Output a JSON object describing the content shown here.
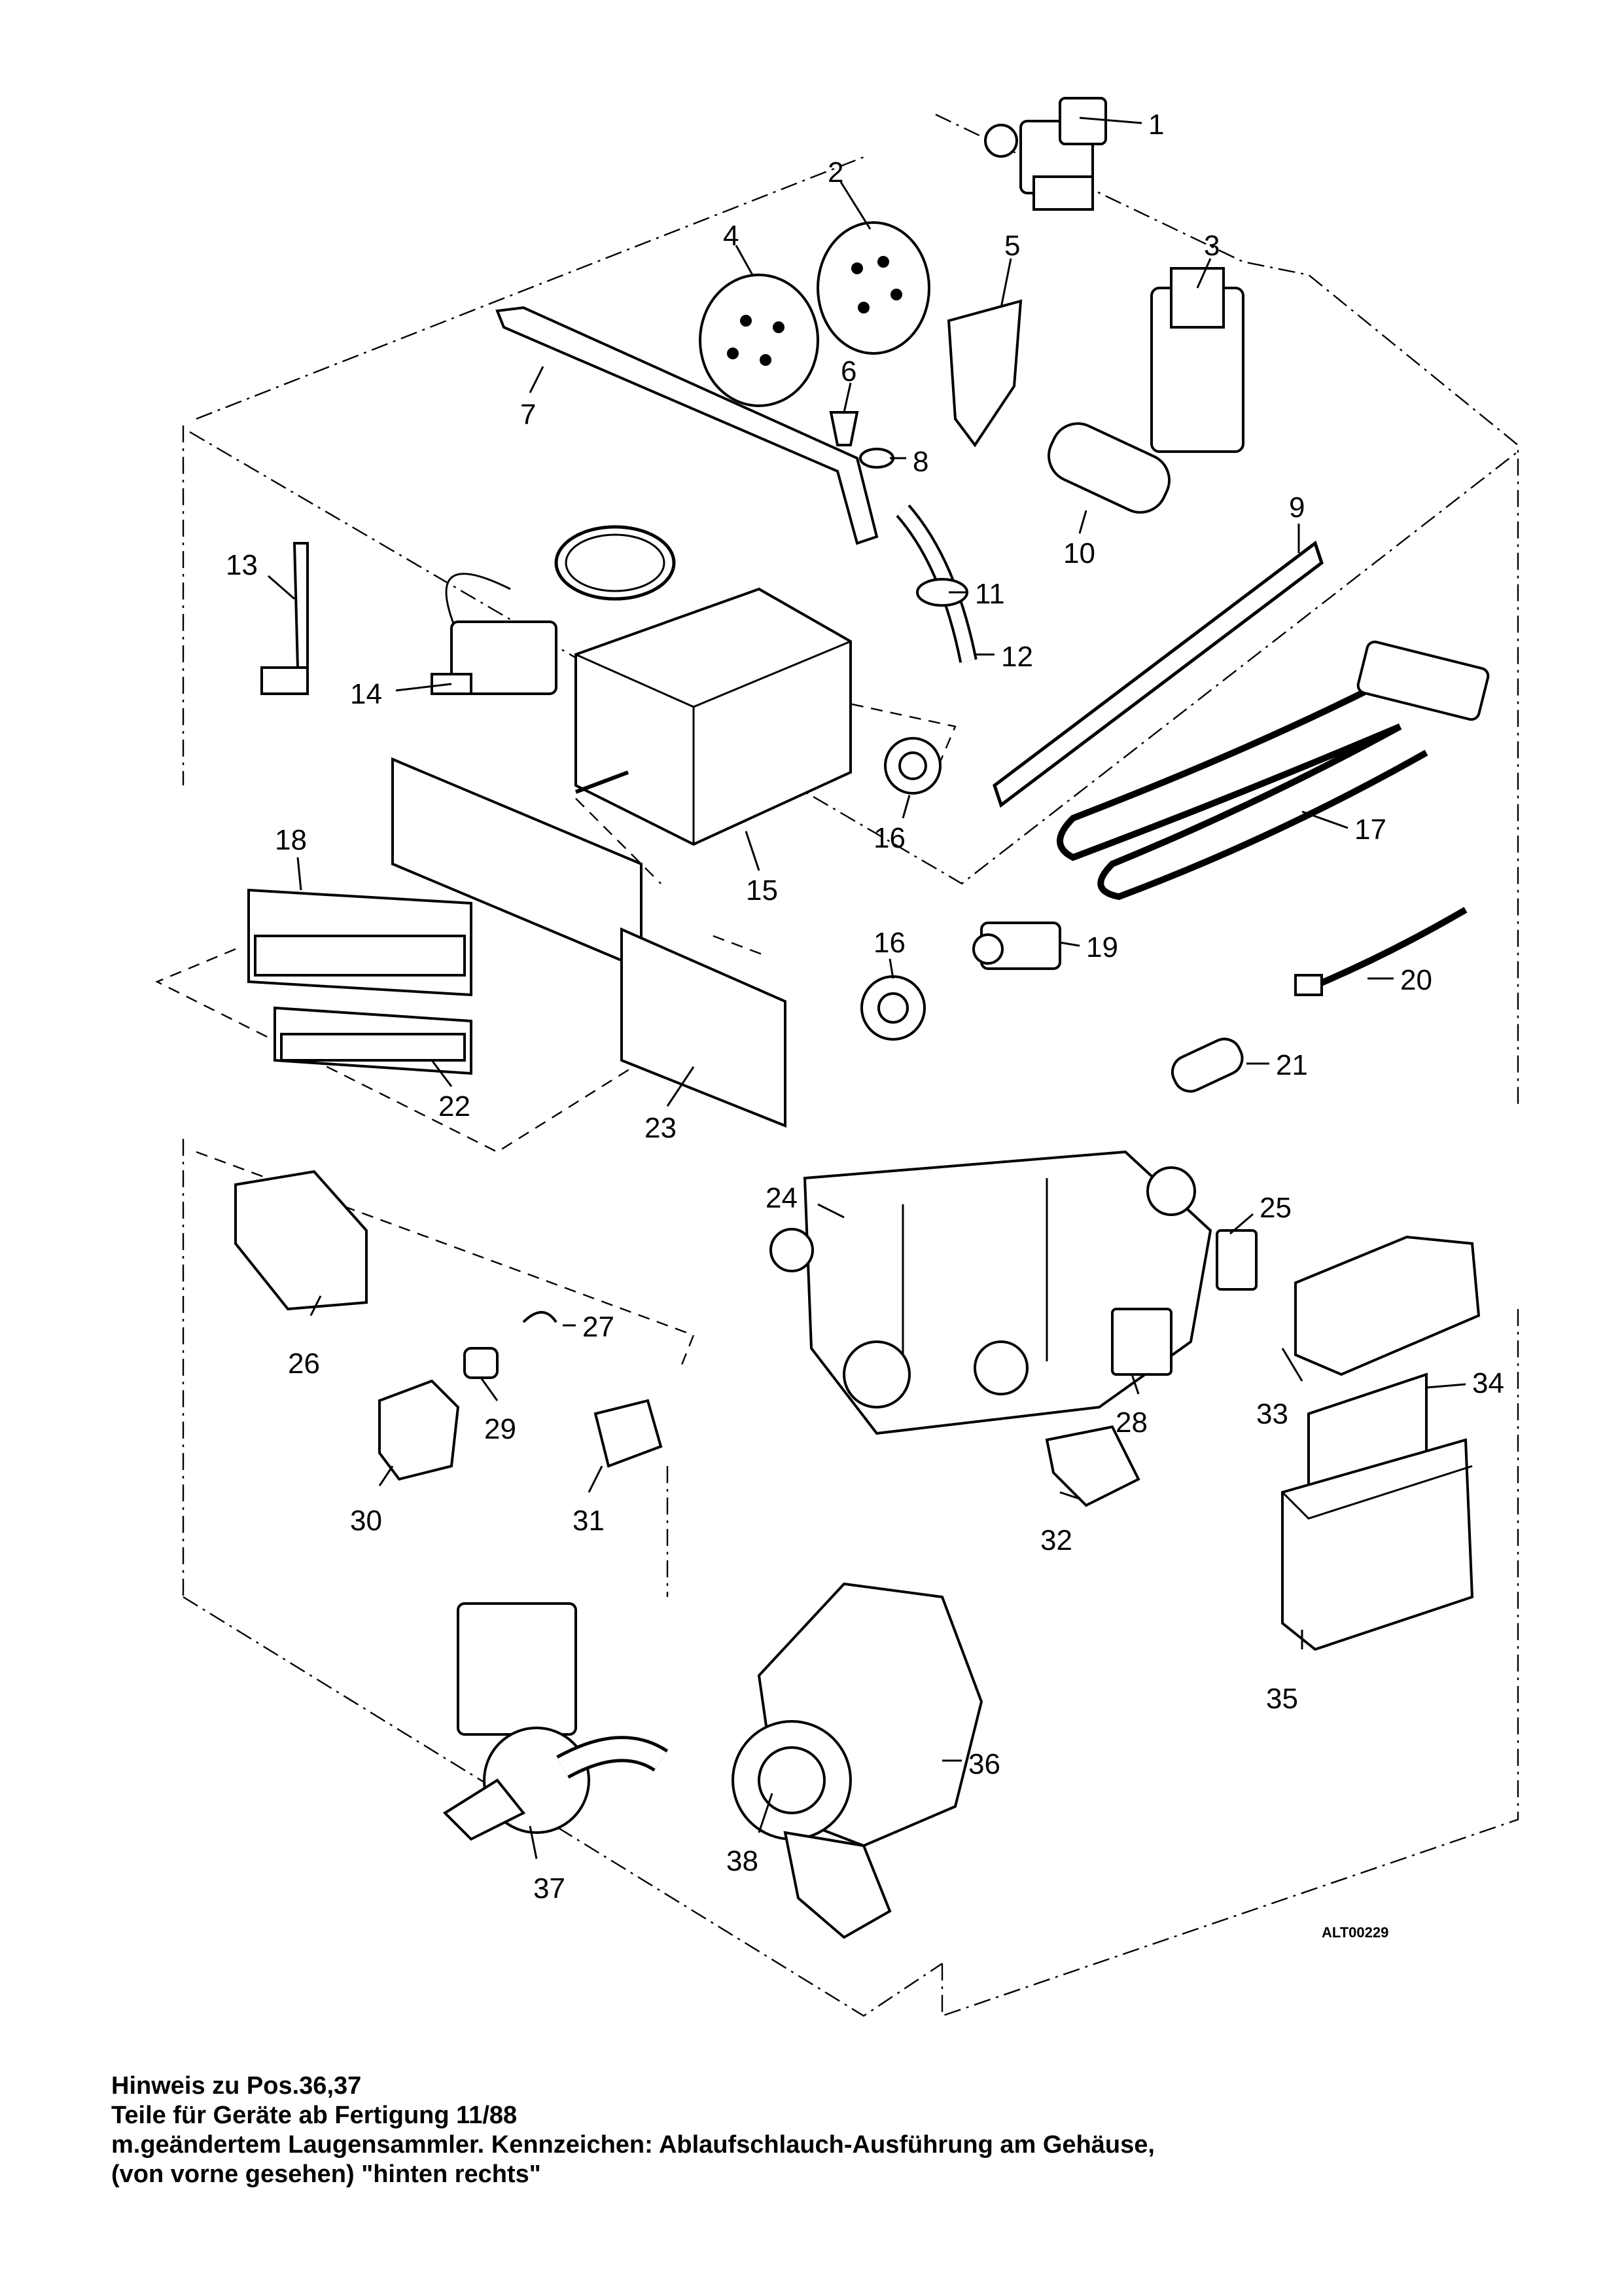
{
  "diagram": {
    "drawing_code": "ALT00229",
    "callouts": [
      "1",
      "2",
      "3",
      "4",
      "5",
      "6",
      "7",
      "8",
      "9",
      "10",
      "11",
      "12",
      "13",
      "14",
      "15",
      "16",
      "16",
      "17",
      "18",
      "19",
      "20",
      "21",
      "22",
      "23",
      "24",
      "25",
      "26",
      "27",
      "28",
      "29",
      "30",
      "31",
      "32",
      "33",
      "34",
      "35",
      "36",
      "37",
      "38"
    ]
  },
  "notes": {
    "line1": "Hinweis zu Pos.36,37",
    "line2": "Teile für Geräte ab Fertigung 11/88",
    "line3": "m.geändertem Laugensammler. Kennzeichen: Ablaufschlauch-Ausführung am Gehäuse,",
    "line4": "(von vorne gesehen) \"hinten rechts\""
  }
}
